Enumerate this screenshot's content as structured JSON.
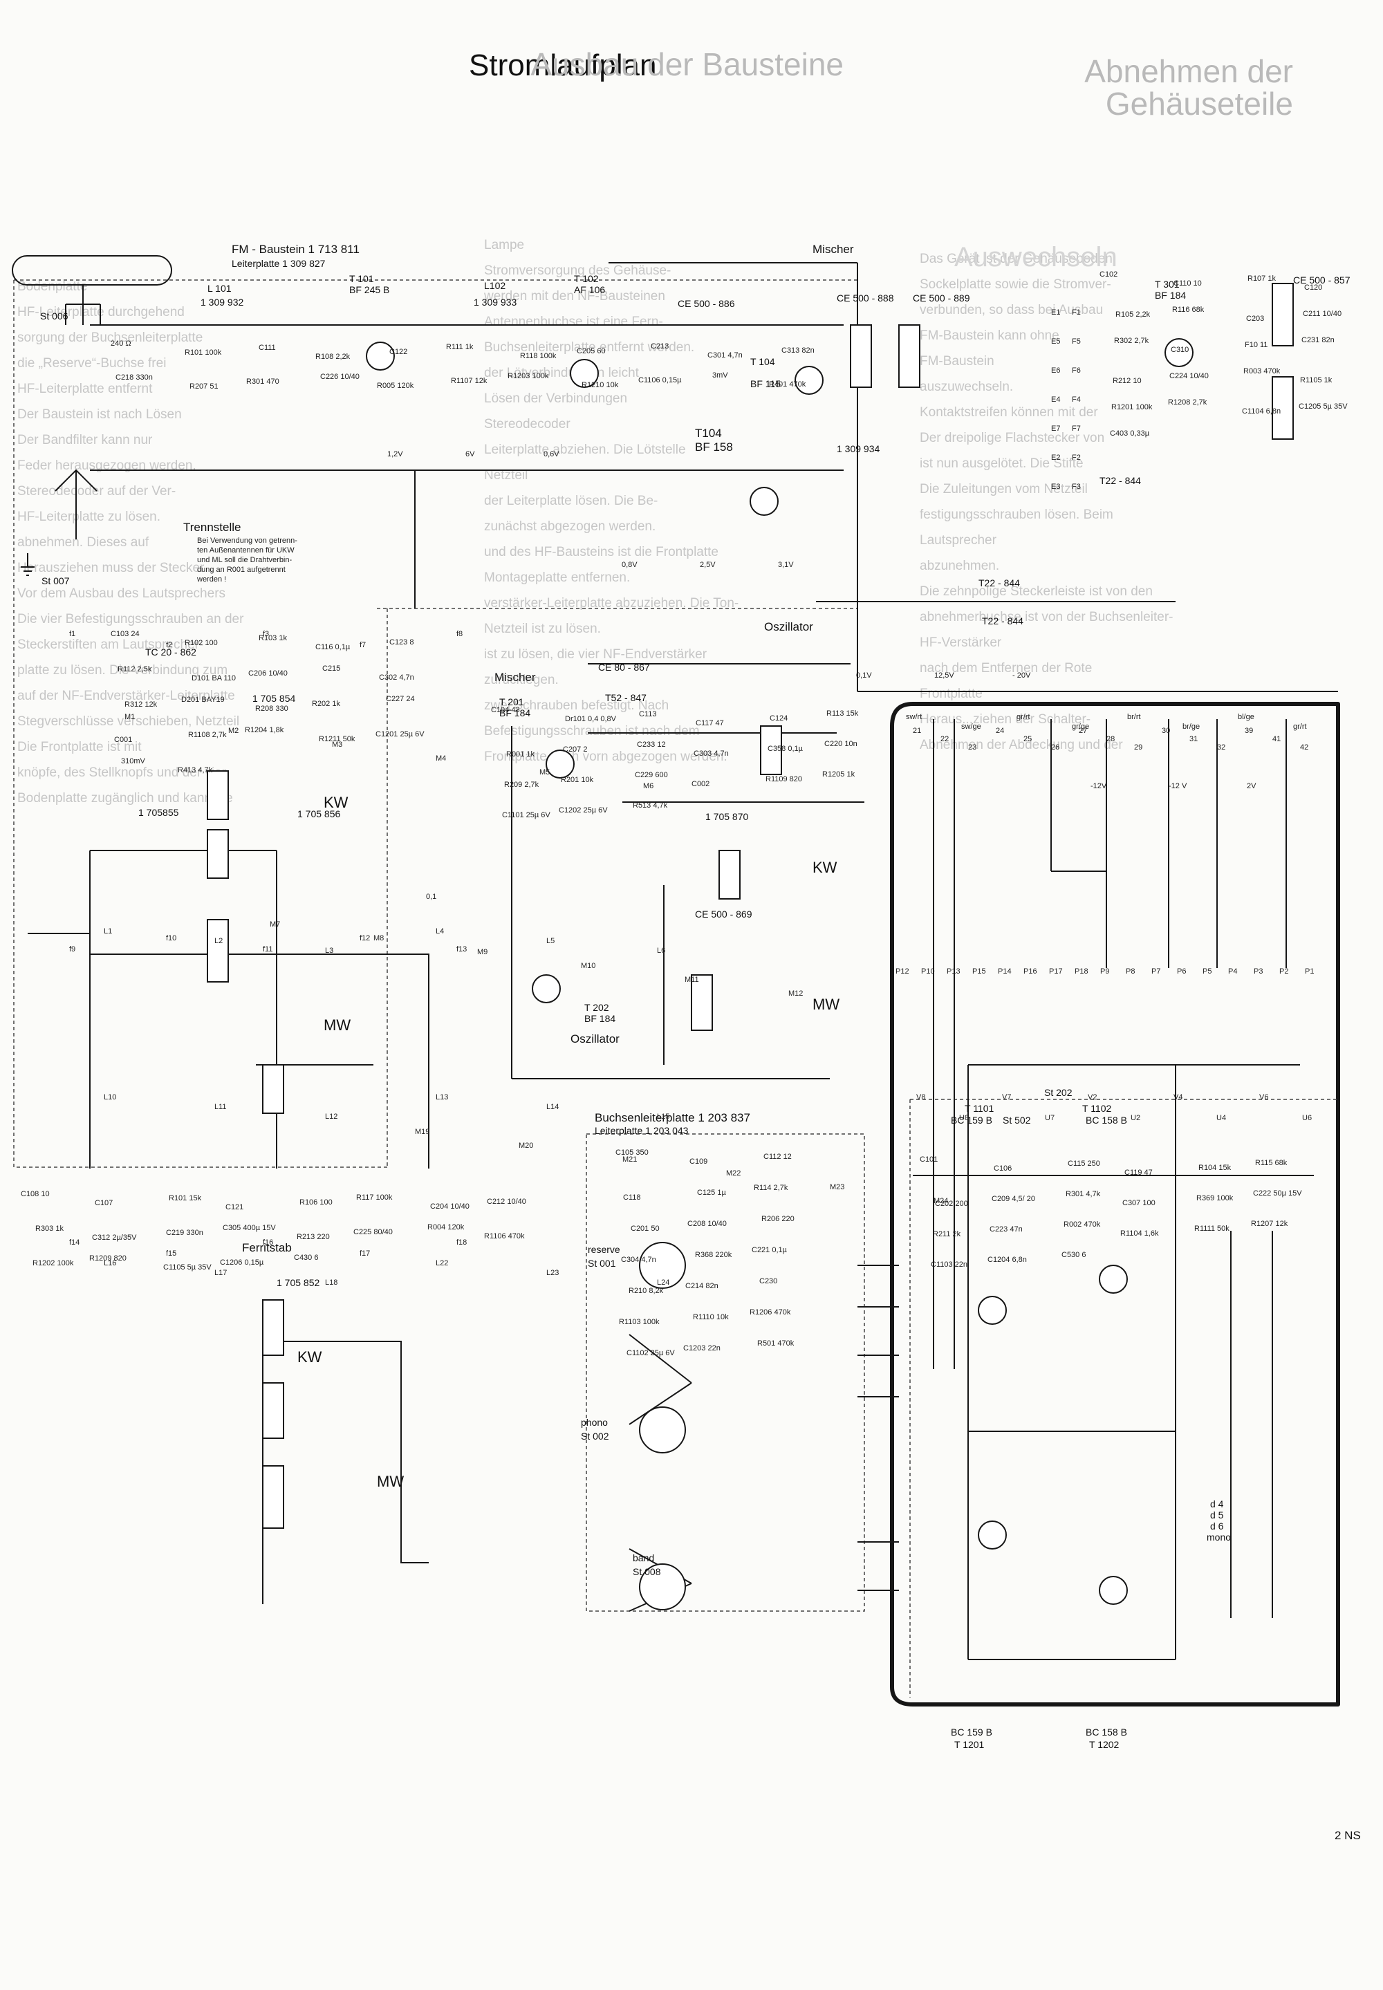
{
  "title": "Stromlaufplan",
  "background_headings": [
    "Ausbau der Bausteine",
    "Abnehmen der Gehäuseteile",
    "Auswechseln"
  ],
  "modules": {
    "fm": {
      "name": "FM - Baustein  1 713 811",
      "board": "Leiterplatte  1 309 827"
    },
    "buchsen": {
      "name": "Buchsenleiterplatte  1 203 837",
      "board": "Leiterplatte  1 203 043"
    },
    "ferrit": {
      "name": "Ferritstab",
      "part": "1 705 852"
    }
  },
  "section_labels": {
    "mischer_top": "Mischer",
    "oszillator_top": "Oszillator",
    "mischer_mid": "Mischer",
    "oszillator_mid": "Oszillator",
    "trennstelle": "Trennstelle"
  },
  "trennstelle_note": [
    "Bei Verwendung von getrenn-",
    "ten Außenantennen für UKW",
    "und ML soll die Drahtverbin-",
    "dung an R001 aufgetrennt",
    "werden !"
  ],
  "transistors": {
    "t101": [
      "T 101",
      "BF 245 B"
    ],
    "t102": [
      "T 102",
      "AF 106"
    ],
    "t104": [
      "T 104",
      "BF 115"
    ],
    "t104b": [
      "T104",
      "BF 158"
    ],
    "t301": [
      "T 301",
      "BF 184"
    ],
    "t201": [
      "T 201",
      "BF 184"
    ],
    "t202": [
      "T 202",
      "BF 184"
    ],
    "t1101": [
      "T 1101",
      "BC 159 B"
    ],
    "t1102": [
      "T 1102",
      "BC 158 B"
    ],
    "t1201": [
      "BC 159 B",
      "T 1201"
    ],
    "t1202": [
      "BC 158 B",
      "T 1202"
    ]
  },
  "coils": {
    "l101": [
      "L 101",
      "1 309 932"
    ],
    "l102": [
      "L102",
      "1 309 933"
    ],
    "l103": "1 309 934",
    "ce886": "CE 500 - 886",
    "ce888": "CE 500 - 888",
    "ce889": "CE 500 - 889",
    "ce857": "CE 500 - 857",
    "ce867": "CE 80 - 867",
    "t52": "T52 - 847",
    "t22a": "T22 - 844",
    "t22b": "T22 - 844",
    "t22c": "T22 - 844",
    "tc": "TC 20 - 862",
    "ce869": "CE 500 - 869",
    "p1": "1 705 854",
    "p2": "1 705855",
    "p3": "1 705 856",
    "p4": "1 705 870"
  },
  "connectors": {
    "st006": "St 006",
    "st007": "St 007",
    "st001": [
      "reserve",
      "St 001"
    ],
    "st002": [
      "phono",
      "St 002"
    ],
    "st008": [
      "band",
      "St 008"
    ],
    "st202": "St 202",
    "st502": "St 502"
  },
  "bands": {
    "kw1": "KW",
    "mw1": "MW",
    "kw2": "KW",
    "mw2": "MW",
    "kw3": "KW",
    "mw3": "MW"
  },
  "components": [
    "240 Ω",
    "C103 24",
    "C104 43",
    "C105 350",
    "C101",
    "C102",
    "C108 10",
    "R101 100k",
    "R102 100",
    "Dr101 0,4 0,8V",
    "C109",
    "C106",
    "C110 10",
    "C107",
    "C111",
    "R103 1k",
    "C113",
    "C112 12",
    "C115 250",
    "R107 1k",
    "R101 15k",
    "R108 2,2k",
    "C116 0,1µ",
    "C117 47",
    "C118",
    "C119 47",
    "C120",
    "C121",
    "C122",
    "C123 8",
    "C124",
    "C125 1µ",
    "R104 15k",
    "R105 2,2k",
    "R106 100",
    "R111 1k",
    "R112 2,5k",
    "R113 15k",
    "R114 2,7k",
    "R115 68k",
    "R116 68k",
    "R117 100k",
    "R118 100k",
    "D101 BA 110",
    "R001 1k",
    "C201 50",
    "C202 200",
    "C203",
    "C204 10/40",
    "C205 60",
    "C206 10/40",
    "C207 2",
    "C208 10/40",
    "C209 4,5/ 20",
    "C211 10/40",
    "C212 10/40",
    "C213",
    "C215",
    "C233 12",
    "R206 220",
    "R301 4,7k",
    "R302 2,7k",
    "R303 1k",
    "C301 4,7n",
    "C302 4,7n",
    "C303 4,7n",
    "C304 4,7n",
    "C307 100",
    "C310",
    "C312 2µ/35V",
    "C313 82n",
    "R312 12k",
    "C358 0,1µ",
    "R368 220k",
    "R369 100k",
    "F10 11",
    "C219 330n",
    "C218 330n",
    "D201 BAY19",
    "C220 10n",
    "C221 0,1µ",
    "C222 50µ 15V",
    "C231 82n",
    "C305 400µ 15V",
    "R207 51",
    "R208 330",
    "R209 2,7k",
    "R210 8,2k",
    "R211 2k",
    "R212 10",
    "R213 220",
    "R301 470",
    "R202 1k",
    "R201 10k",
    "C214 82n",
    "C223 47n",
    "C224 10/40",
    "C225 80/40",
    "C226 10/40",
    "C227 24",
    "C229 600",
    "C230",
    "R002 470k",
    "R003 470k",
    "R004 120k",
    "R005 120k",
    "C001",
    "C002",
    "R1103 100k",
    "R1104 1,6k",
    "R1105 1k",
    "R1106 470k",
    "R1107 12k",
    "R1108 2,7k",
    "R1109 820",
    "R1110 10k",
    "R1111 50k",
    "R1201 100k",
    "R1202 100k",
    "R1203 100k",
    "R1204 1,8k",
    "R1205 1k",
    "R1206 470k",
    "R1207 12k",
    "R1208 2,7k",
    "R1209 820",
    "R1210 10k",
    "R1211 50k",
    "C1101 25µ 6V",
    "C1102 25µ 6V",
    "C1103 22n",
    "C1104 6,8n",
    "C1105 5µ 35V",
    "C1106 0,15µ",
    "C1201 25µ 6V",
    "C1202 25µ 6V",
    "C1203 22n",
    "C1204 6,8n",
    "C1205 5µ 35V",
    "C1206 0,15µ",
    "3mV",
    "310mV",
    "R513 4,7k",
    "R501 470k",
    "C530 6",
    "C403 0,33µ",
    "C430 6",
    "R401 470k",
    "R413 4,7k"
  ],
  "voltages": [
    "1,2V",
    "6V",
    "0,6V",
    "0,8V",
    "2,5V",
    "3,1V",
    "0,1V",
    "12,5V",
    "- 20V",
    "-12V",
    "-12 V",
    "2V",
    "0,1"
  ],
  "terminals": {
    "p_row": [
      "P12",
      "P10",
      "P13",
      "P15",
      "P14",
      "P16",
      "P17",
      "P18",
      "P9",
      "P8",
      "P7",
      "P6",
      "P5",
      "P4",
      "P3",
      "P2",
      "P1"
    ],
    "e_row": [
      "E1",
      "F1",
      "E5",
      "F5",
      "E6",
      "F6",
      "E4",
      "F4",
      "E7",
      "F7",
      "E2",
      "F2",
      "E3",
      "F3"
    ],
    "m_row": [
      "M1",
      "M2",
      "M3",
      "M4",
      "M5",
      "M6",
      "M7",
      "M8",
      "M9",
      "M10",
      "M11",
      "M12",
      "M19",
      "M20",
      "M21",
      "M22",
      "M23",
      "M24"
    ],
    "l_row": [
      "L1",
      "L2",
      "L3",
      "L4",
      "L5",
      "L6",
      "L10",
      "L11",
      "L12",
      "L13",
      "L14",
      "L15",
      "L16",
      "L17",
      "L18",
      "L22",
      "L23",
      "L24"
    ],
    "f_row": [
      "f1",
      "f2",
      "f3",
      "f7",
      "f8",
      "f9",
      "f10",
      "f11",
      "f12",
      "f13",
      "f14",
      "f15",
      "f16",
      "f17",
      "f18"
    ],
    "v_row": [
      "V8",
      "U8",
      "V7",
      "U7",
      "V2",
      "U2",
      "V4",
      "U4",
      "V6",
      "U6"
    ],
    "cable_colors": [
      "sw/rt",
      "sw/ge",
      "gr/rt",
      "gr/ge",
      "br/rt",
      "br/ge",
      "bl/ge",
      "gr/rt"
    ],
    "pins": [
      "21",
      "22",
      "23",
      "24",
      "25",
      "26",
      "27",
      "28",
      "29",
      "30",
      "31",
      "32",
      "39",
      "41",
      "42"
    ]
  },
  "mono_switch": [
    "d 4",
    "d 5",
    "d 6",
    "mono"
  ],
  "ghost_text": [
    "Bodenplatte",
    "Lampe",
    "Das Gerät ist der Gehäuseboden",
    "HF-Leiterplatte durchgehend",
    "Stromversorgung des Gehäuse-",
    "Sockelplatte sowie die Stromver-",
    "sorgung der Buchsenleiterplatte",
    "werden mit den NF-Bausteinen",
    "verbunden, so dass bei Ausbau",
    "die „Reserve“-Buchse frei",
    "Antennenbuchse ist eine Fern-",
    "FM-Baustein kann ohne",
    "HF-Leiterplatte entfernt",
    "Buchsenleiterplatte entfernt werden.",
    "FM-Baustein",
    "Der Baustein ist nach Lösen",
    "der Lötverbindungen leicht",
    "auszuwechseln.",
    "Der Bandfilter kann nur",
    "Lösen der Verbindungen",
    "Kontaktstreifen können mit der",
    "Feder herausgezogen werden.",
    "Stereodecoder",
    "Der dreipolige Flachstecker von",
    "Stereodecoder auf der Ver-",
    "Leiterplatte abziehen. Die Lötstelle",
    "ist nun ausgelötet. Die Stifte",
    "HF-Leiterplatte zu lösen.",
    "Netzteil",
    "Die Zuleitungen vom Netzteil",
    "abnehmen. Dieses auf",
    "der Leiterplatte lösen. Die Be-",
    "festigungsschrauben lösen. Beim",
    "Herausziehen muss der Stecker",
    "zunächst abgezogen werden.",
    "Lautsprecher",
    "Vor dem Ausbau des Lautsprechers",
    "und des HF-Bausteins ist die Frontplatte",
    "abzunehmen.",
    "Die vier Befestigungsschrauben an der",
    "Montageplatte entfernen.",
    "Die zehnpolige Steckerleiste ist von den",
    "Steckerstiften am Lautsprecher-",
    "verstärker-Leiterplatte abzuziehen. Die Ton-",
    "abnehmerbuchse ist von der Buchsenleiter-",
    "platte zu lösen. Die Verbindung zum",
    "Netzteil ist zu lösen.",
    "HF-Verstärker",
    "auf der NF-Endverstärker-Leiterplatte",
    "ist zu lösen, die vier NF-Endverstärker",
    "nach dem Entfernen der Rote",
    "Stegverschlüsse verschieben, Netzteil",
    "zurücklegen.",
    "Frontplatte",
    "Die Frontplatte ist mit",
    "zwei Schrauben befestigt. Nach",
    "Heraus...ziehen der Schalter-",
    "knöpfe, des Stellknopfs und der vier",
    "Befestigungsschrauben ist nach dem",
    "Abnehmen der Abdeckung und der",
    "Bodenplatte zugänglich und kann die",
    "Frontplatte nach vorn abgezogen werden."
  ],
  "side_marks": [
    "2 NS"
  ]
}
